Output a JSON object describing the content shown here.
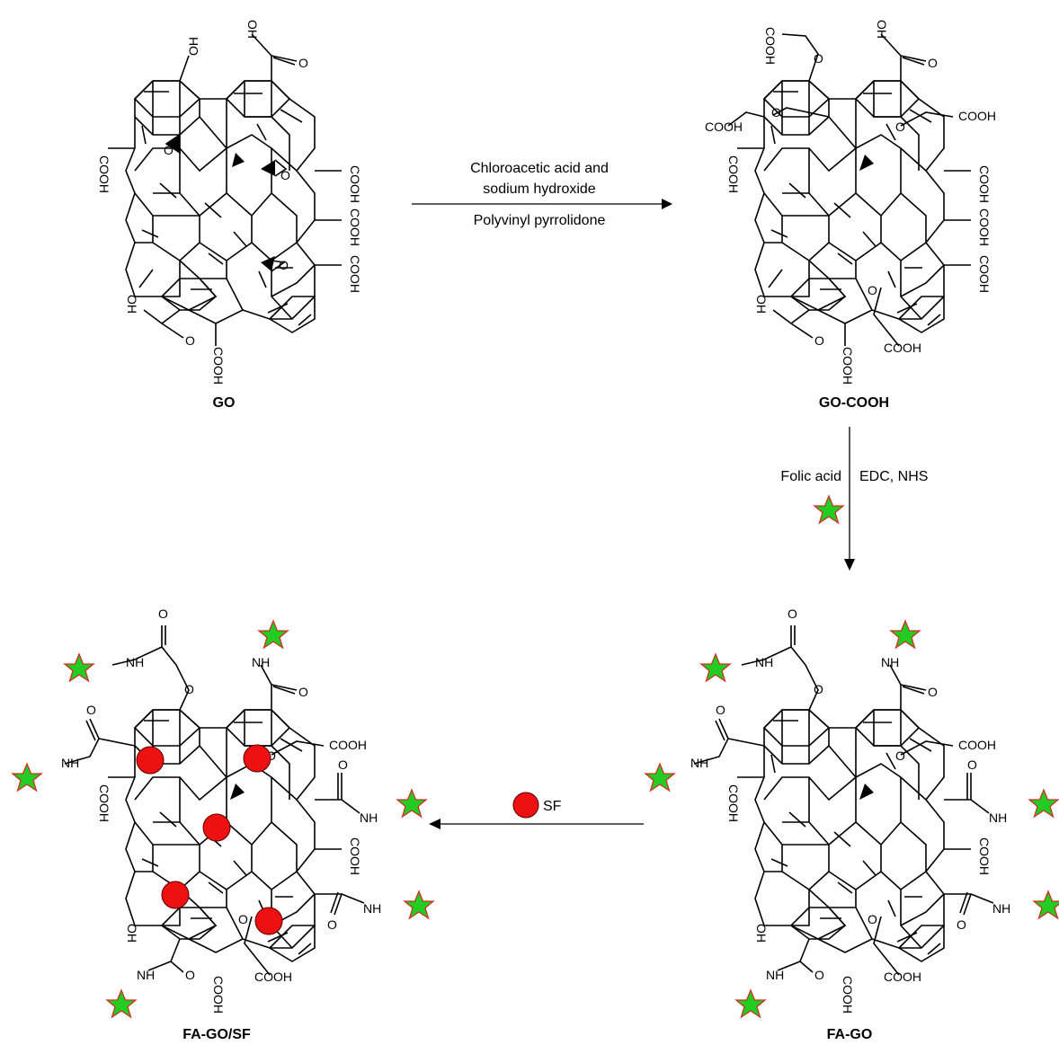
{
  "colors": {
    "star_fill": "#22cc22",
    "star_stroke": "#cc3322",
    "dot_fill": "#ee1111",
    "dot_stroke": "#550000"
  },
  "structures": {
    "go": {
      "name": "GO"
    },
    "go_cooh": {
      "name": "GO-COOH"
    },
    "fa_go": {
      "name": "FA-GO"
    },
    "fa_go_sf": {
      "name": "FA-GO/SF"
    }
  },
  "steps": {
    "step1": {
      "reagent_line1": "Chloroacetic acid and",
      "reagent_line2": "sodium hydroxide",
      "reagent_line3": "Polyvinyl pyrrolidone"
    },
    "step2": {
      "folic_acid": "Folic acid",
      "coupling": "EDC, NHS"
    },
    "step3": {
      "sf_label": "SF"
    }
  },
  "groups": {
    "oh": "OH",
    "cooh": "COOH",
    "o": "O",
    "nh": "NH"
  },
  "icons": {
    "folic_acid": "green-star-icon",
    "sf": "red-dot-icon"
  }
}
